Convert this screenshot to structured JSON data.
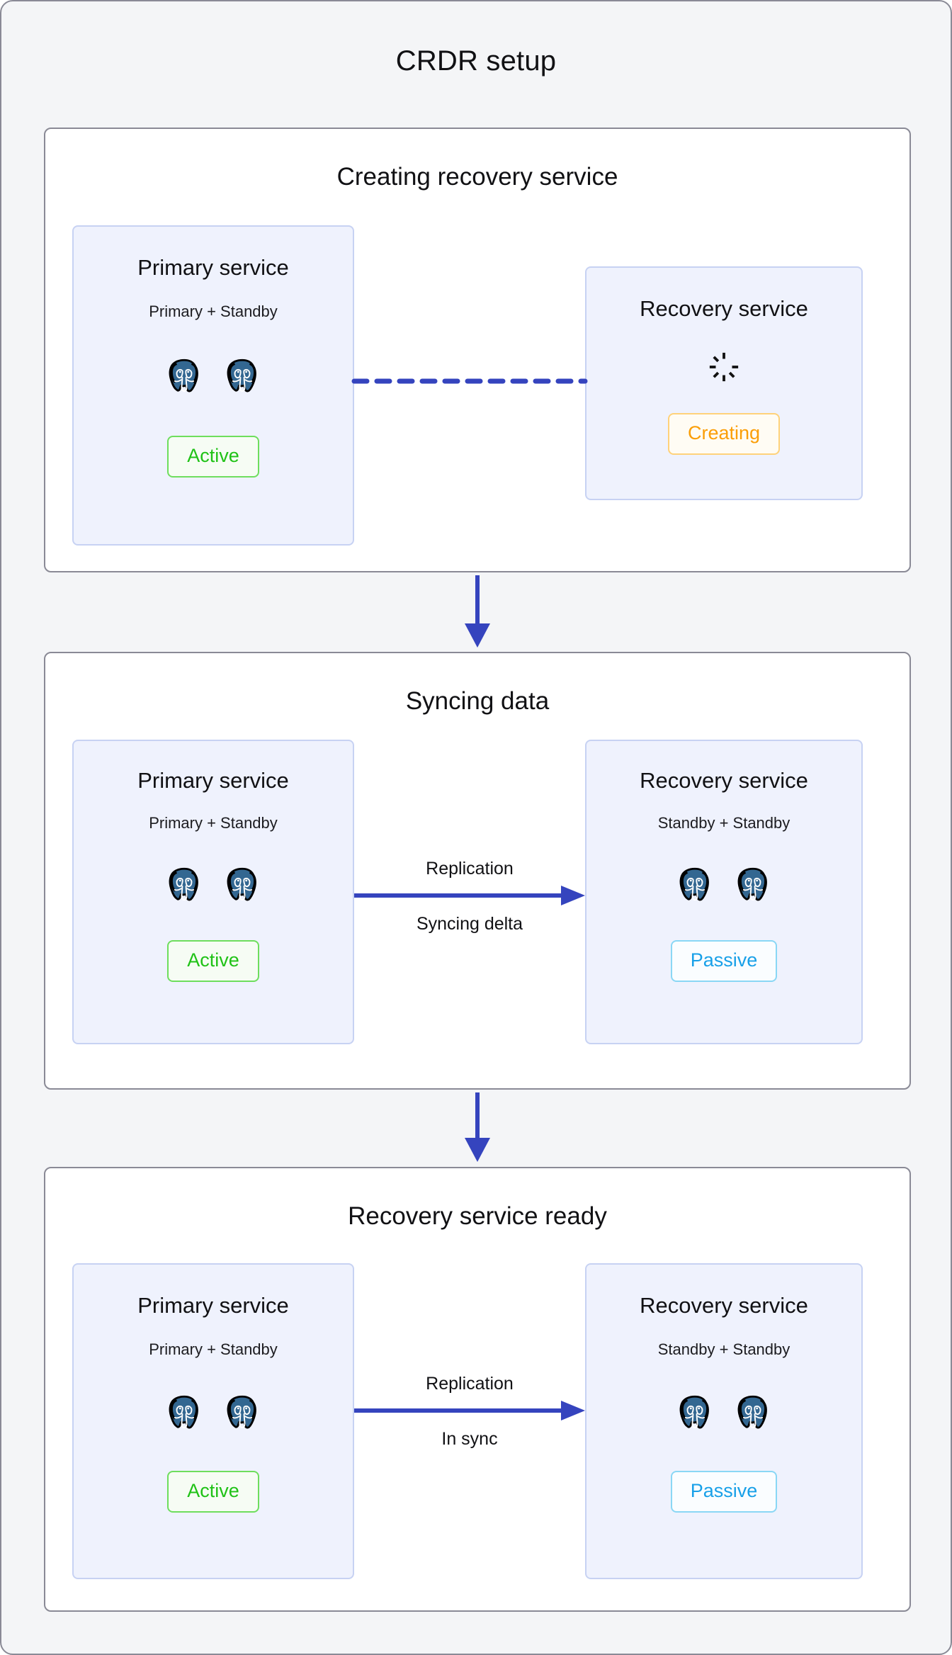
{
  "diagram": {
    "title": "CRDR setup",
    "colors": {
      "page_background": "#f4f5f7",
      "card_background": "#ffffff",
      "service_box_background": "#eff2fd",
      "service_box_border": "#c7d2f3",
      "connector_blue": "#3544be",
      "active_green": "#20c217",
      "passive_blue": "#18a0e8",
      "creating_orange": "#fb9e07",
      "postgres_blue": "#336791"
    }
  },
  "stages": [
    {
      "id": "stage-1",
      "title": "Creating recovery service",
      "connector": {
        "style": "dashed",
        "arrowhead": false,
        "label_above": "",
        "label_below": ""
      },
      "left_service": {
        "title": "Primary service",
        "subtitle": "Primary + Standby",
        "node_icon": "postgres-elephant-icon",
        "node_count": 2,
        "status": "Active",
        "status_kind": "active"
      },
      "right_service": {
        "title": "Recovery service",
        "subtitle": "",
        "node_icon": "spinner-icon",
        "node_count": 0,
        "status": "Creating",
        "status_kind": "creating"
      }
    },
    {
      "id": "stage-2",
      "title": "Syncing data",
      "connector": {
        "style": "solid",
        "arrowhead": true,
        "label_above": "Replication",
        "label_below": "Syncing delta"
      },
      "left_service": {
        "title": "Primary service",
        "subtitle": "Primary + Standby",
        "node_icon": "postgres-elephant-icon",
        "node_count": 2,
        "status": "Active",
        "status_kind": "active"
      },
      "right_service": {
        "title": "Recovery service",
        "subtitle": "Standby + Standby",
        "node_icon": "postgres-elephant-icon",
        "node_count": 2,
        "status": "Passive",
        "status_kind": "passive"
      }
    },
    {
      "id": "stage-3",
      "title": "Recovery service ready",
      "connector": {
        "style": "solid",
        "arrowhead": true,
        "label_above": "Replication",
        "label_below": "In sync"
      },
      "left_service": {
        "title": "Primary service",
        "subtitle": "Primary + Standby",
        "node_icon": "postgres-elephant-icon",
        "node_count": 2,
        "status": "Active",
        "status_kind": "active"
      },
      "right_service": {
        "title": "Recovery service",
        "subtitle": "Standby + Standby",
        "node_icon": "postgres-elephant-icon",
        "node_count": 2,
        "status": "Passive",
        "status_kind": "passive"
      }
    }
  ],
  "flow_arrows": [
    {
      "from": "stage-1",
      "to": "stage-2",
      "direction": "down"
    },
    {
      "from": "stage-2",
      "to": "stage-3",
      "direction": "down"
    }
  ]
}
